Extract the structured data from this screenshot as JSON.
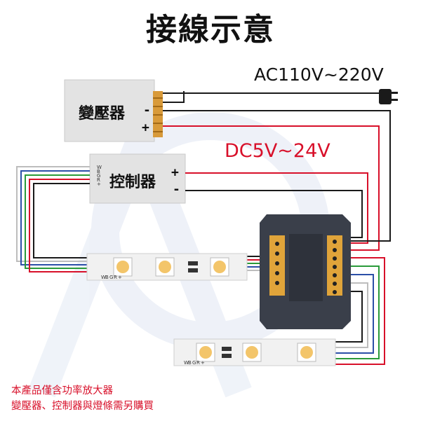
{
  "title": "接線示意",
  "ac_label": "AC110V~220V",
  "dc_label": "DC5V~24V",
  "transformer": {
    "label": "變壓器",
    "minus": "-",
    "plus": "+"
  },
  "controller": {
    "label": "控制器",
    "plus": "+",
    "minus": "-",
    "pins": [
      "W",
      "B",
      "G",
      "R",
      "+"
    ]
  },
  "strip_pins": [
    "W",
    "B",
    "G",
    "R",
    "+"
  ],
  "notes": [
    "本產品僅含功率放大器",
    "變壓器、控制器與燈條需另購買"
  ],
  "colors": {
    "red_wire": "#d8102a",
    "blue_wire": "#2b4fa8",
    "green_wire": "#2a9a3a",
    "white_wire": "#bdbdbd",
    "black_wire": "#1a1a1a"
  }
}
